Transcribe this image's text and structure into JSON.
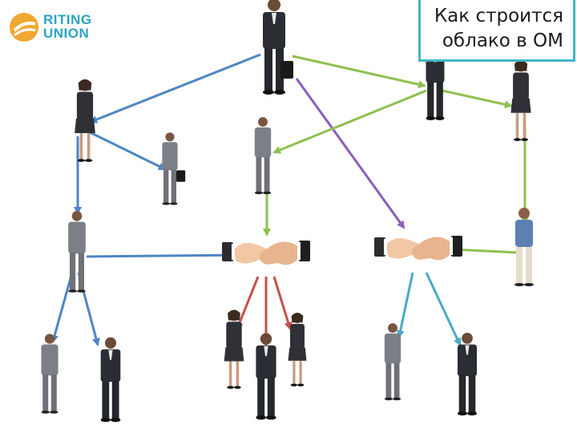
{
  "logo": {
    "line1": "RITING",
    "line2": "UNION"
  },
  "title": {
    "line1": "Как строится",
    "line2": "облако в ОМ"
  },
  "colors": {
    "green": "#8fc050",
    "blue": "#4e86c4",
    "purple": "#8b5fb8",
    "red": "#c6504a",
    "cyan": "#4aa9c9",
    "accent": "#3fb6c6"
  },
  "icons": {
    "person": "person-figure-icon",
    "handshake": "handshake-icon"
  }
}
